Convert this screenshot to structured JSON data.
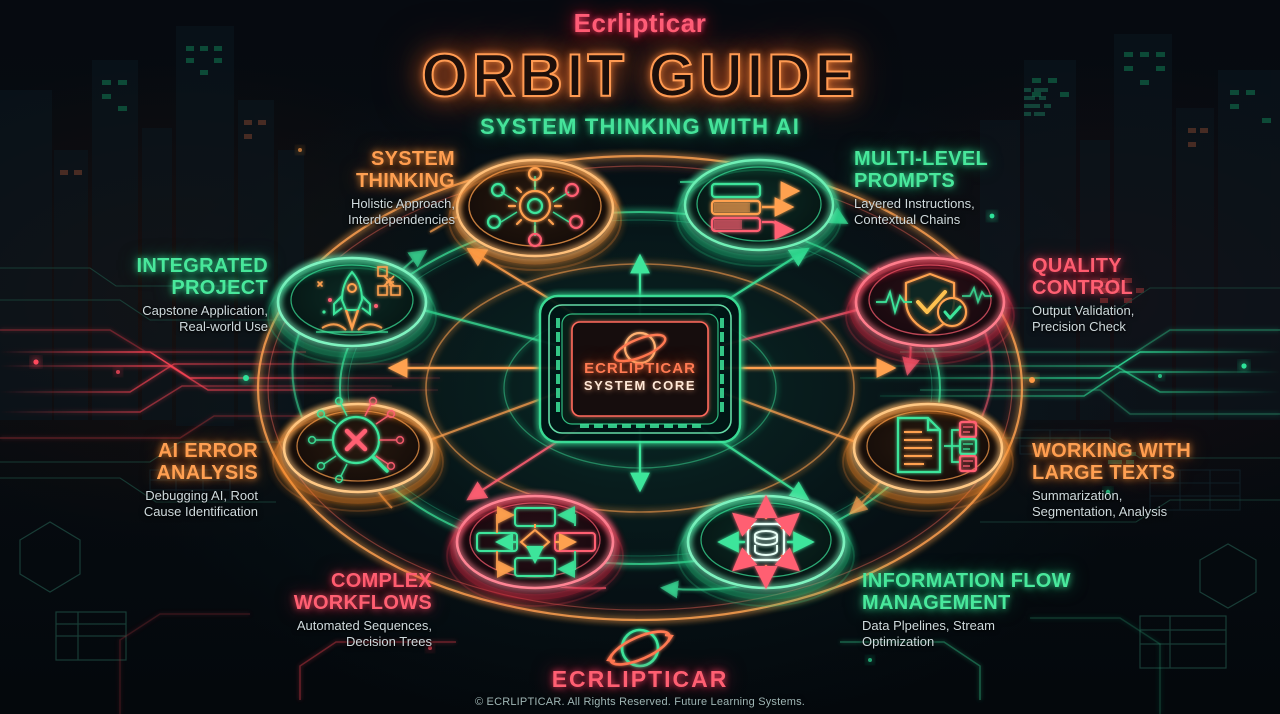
{
  "header": {
    "brand": "Ecrlipticar",
    "title": "ORBIT GUIDE",
    "subtitle": "SYSTEM THINKING WITH AI"
  },
  "core": {
    "icon": "saturn-planet-icon",
    "line1": "ECRLIPTICAR",
    "line2": "SYSTEM CORE"
  },
  "nodes": [
    {
      "id": "system-thinking",
      "title": "SYSTEM THINKING",
      "title_lines": [
        "SYSTEM",
        "THINKING"
      ],
      "subtitle_lines": [
        "Holistic Approach,",
        "Interdependencies"
      ],
      "color": "#ffa052",
      "icon": "network-gear-icon",
      "align": "right"
    },
    {
      "id": "multi-level-prompts",
      "title": "MULTI-LEVEL PROMPTS",
      "title_lines": [
        "MULTI-LEVEL",
        "PROMPTS"
      ],
      "subtitle_lines": [
        "Layered Instructions,",
        "Contextual Chains"
      ],
      "color": "#49e89c",
      "icon": "layered-bars-arrows-icon",
      "align": "left"
    },
    {
      "id": "integrated-project",
      "title": "INTEGRATED PROJECT",
      "title_lines": [
        "INTEGRATED",
        "PROJECT"
      ],
      "subtitle_lines": [
        "Capstone Application,",
        "Real-world Use"
      ],
      "color": "#49e89c",
      "icon": "rocket-launch-icon",
      "align": "right"
    },
    {
      "id": "quality-control",
      "title": "QUALITY CONTROL",
      "title_lines": [
        "QUALITY",
        "CONTROL"
      ],
      "subtitle_lines": [
        "Output Validation,",
        "Precision Check"
      ],
      "color": "#ff5f72",
      "icon": "shield-check-icon",
      "align": "left"
    },
    {
      "id": "ai-error-analysis",
      "title": "AI ERROR ANALYSIS",
      "title_lines": [
        "AI ERROR",
        "ANALYSIS"
      ],
      "subtitle_lines": [
        "Debugging AI, Root",
        "Cause Identification"
      ],
      "color": "#ffa052",
      "icon": "magnifier-error-icon",
      "align": "right"
    },
    {
      "id": "working-with-large-texts",
      "title": "WORKING WITH LARGE TEXTS",
      "title_lines": [
        "WORKING WITH",
        "LARGE TEXTS"
      ],
      "subtitle_lines": [
        "Summarization,",
        "Segmentation, Analysis"
      ],
      "color": "#ffa052",
      "icon": "document-branch-icon",
      "align": "left"
    },
    {
      "id": "complex-workflows",
      "title": "COMPLEX WORKFLOWS",
      "title_lines": [
        "COMPLEX",
        "WORKFLOWS"
      ],
      "subtitle_lines": [
        "Automated Sequences,",
        "Decision Trees"
      ],
      "color": "#ff5f72",
      "icon": "flowchart-decision-icon",
      "align": "right"
    },
    {
      "id": "information-flow-management",
      "title": "INFORMATION FLOW MANAGEMENT",
      "title_lines": [
        "INFORMATION FLOW",
        "MANAGEMENT"
      ],
      "subtitle_lines": [
        "Data Plpelines, Stream",
        "Optimization"
      ],
      "color": "#49e89c",
      "icon": "database-arrows-icon",
      "align": "left"
    }
  ],
  "footer": {
    "icon": "saturn-planet-icon",
    "name": "ECRLIPTICAR",
    "copyright": "© ECRLIPTICAR. All Rights Reserved. Future Learning Systems."
  },
  "palette": {
    "orange": "#ffa052",
    "green": "#49e89c",
    "red": "#ff5f72",
    "background": "#05080c"
  }
}
